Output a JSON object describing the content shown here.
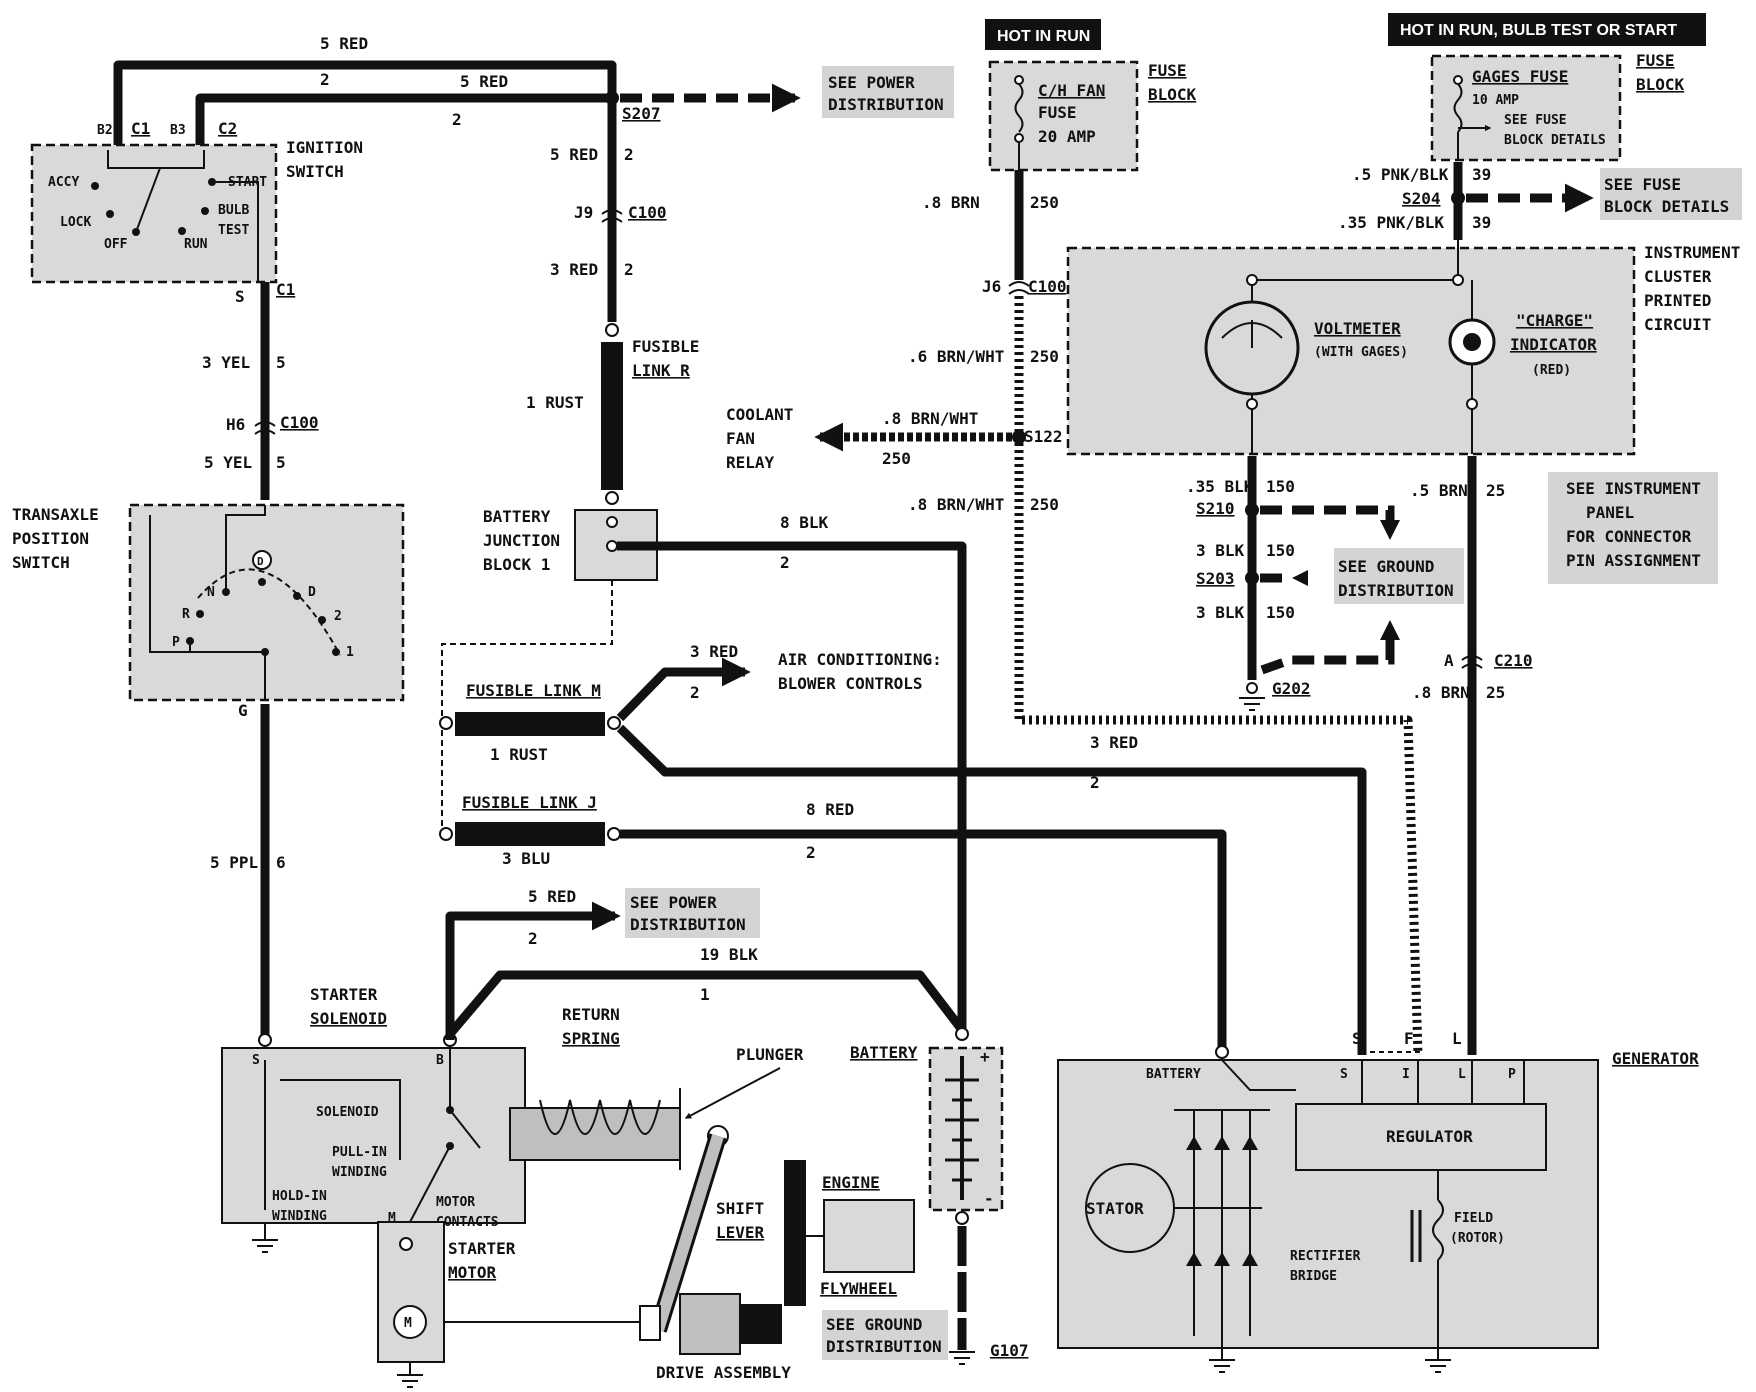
{
  "headers": {
    "hot_in_run": "HOT IN RUN",
    "hot_in_run_bulb": "HOT IN RUN, BULB TEST OR START"
  },
  "ignition": {
    "title1": "IGNITION",
    "title2": "SWITCH",
    "b2": "B2",
    "c1": "C1",
    "b3": "B3",
    "c2": "C2",
    "accy": "ACCY",
    "lock": "LOCK",
    "off": "OFF",
    "run": "RUN",
    "start": "START",
    "bulb": "BULB",
    "test": "TEST",
    "s": "S",
    "c1_bottom": "C1"
  },
  "wires": {
    "top_5red": "5 RED",
    "top_2": "2",
    "mid_5red": "5 RED",
    "mid_2a": "2",
    "mid_2b": "2",
    "s207": "S207",
    "see_power1": "SEE POWER",
    "see_power2": "DISTRIBUTION",
    "red5_v": "5 RED",
    "red5_v_n": "2",
    "j9": "J9",
    "c100_top": "C100",
    "red3_v": "3 RED",
    "red3_v_n": "2",
    "yel3": "3 YEL",
    "yel3_n": "5",
    "h6": "H6",
    "c100_left": "C100",
    "yel5": "5 YEL",
    "yel5_n": "5",
    "ppl5": "5 PPL",
    "ppl5_n": "6",
    "blk8": "8 BLK",
    "blk8_n": "2",
    "red3_ac": "3 RED",
    "red3_ac_n": "2",
    "red3_gen": "3 RED",
    "red3_gen_n": "2",
    "red8": "8 RED",
    "red8_n": "2",
    "red5_sol": "5 RED",
    "red5_sol_n": "2",
    "blk19": "19 BLK",
    "blk19_n": "1"
  },
  "fusible": {
    "r1": "FUSIBLE",
    "r2": "LINK R",
    "rust1": "1 RUST",
    "m": "FUSIBLE LINK M",
    "m_rust": "1 RUST",
    "j": "FUSIBLE LINK J",
    "j_blu": "3 BLU"
  },
  "battery_block": {
    "l1": "BATTERY",
    "l2": "JUNCTION",
    "l3": "BLOCK 1"
  },
  "ac": {
    "l1": "AIR CONDITIONING:",
    "l2": "BLOWER CONTROLS"
  },
  "transaxle": {
    "l1": "TRANSAXLE",
    "l2": "POSITION",
    "l3": "SWITCH",
    "d_circle": "D",
    "n": "N",
    "r": "R",
    "p": "P",
    "d": "D",
    "two": "2",
    "one": "1",
    "g": "G"
  },
  "fuse_block_left": {
    "fuse1": "C/H FAN",
    "fuse2": "FUSE",
    "fuse3": "20 AMP",
    "title1": "FUSE",
    "title2": "BLOCK"
  },
  "fuse_block_right": {
    "fuse1": "GAGES FUSE",
    "fuse2": "10 AMP",
    "det1": "SEE FUSE",
    "det2": "BLOCK DETAILS",
    "title1": "FUSE",
    "title2": "BLOCK"
  },
  "brn_circuit": {
    "brn8": ".8 BRN",
    "brn8_n": "250",
    "j6": "J6",
    "c100": "C100",
    "brnwht6": ".6 BRN/WHT",
    "brnwht6_n": "250",
    "brnwht8": ".8 BRN/WHT",
    "brnwht8_n": "250",
    "s122": "S122",
    "brnwht8b": ".8 BRN/WHT",
    "brnwht8b_n": "250"
  },
  "coolant": {
    "l1": "COOLANT",
    "l2": "FAN",
    "l3": "RELAY"
  },
  "pnk": {
    "pnk5": ".5 PNK/BLK",
    "pnk5_n": "39",
    "s204": "S204",
    "pnk35": ".35 PNK/BLK",
    "pnk35_n": "39",
    "see1": "SEE FUSE",
    "see2": "BLOCK DETAILS"
  },
  "cluster": {
    "t1": "INSTRUMENT",
    "t2": "CLUSTER",
    "t3": "PRINTED",
    "t4": "CIRCUIT",
    "volt1": "VOLTMETER",
    "volt2": "(WITH GAGES)",
    "chg1": "\"CHARGE\"",
    "chg2": "INDICATOR",
    "chg3": "(RED)"
  },
  "ground_circuit": {
    "blk35": ".35 BLK",
    "blk35_n": "150",
    "s210": "S210",
    "blk3a": "3 BLK",
    "blk3a_n": "150",
    "s203": "S203",
    "blk3b": "3 BLK",
    "blk3b_n": "150",
    "g202": "G202",
    "see1": "SEE GROUND",
    "see2": "DISTRIBUTION"
  },
  "charge_circuit": {
    "brn5": ".5 BRN",
    "brn5_n": "25",
    "a": "A",
    "c210": "C210",
    "brn8": ".8 BRN",
    "brn8_n": "25",
    "see1": "SEE INSTRUMENT",
    "see2": "PANEL",
    "see3": "FOR CONNECTOR",
    "see4": "PIN ASSIGNMENT"
  },
  "starter": {
    "sol1": "STARTER",
    "sol2": "SOLENOID",
    "s": "S",
    "b": "B",
    "m": "M",
    "solenoid": "SOLENOID",
    "pull1": "PULL-IN",
    "pull2": "WINDING",
    "hold1": "HOLD-IN",
    "hold2": "WINDING",
    "mc1": "MOTOR",
    "mc2": "CONTACTS",
    "mot1": "STARTER",
    "mot2": "MOTOR",
    "m_circle": "M",
    "ret1": "RETURN",
    "ret2": "SPRING",
    "plunger": "PLUNGER",
    "shift1": "SHIFT",
    "shift2": "LEVER",
    "engine": "ENGINE",
    "flywheel": "FLYWHEEL",
    "drive": "DRIVE ASSEMBLY",
    "see_power1": "SEE POWER",
    "see_power2": "DISTRIBUTION",
    "see_gnd1": "SEE GROUND",
    "see_gnd2": "DISTRIBUTION"
  },
  "battery": {
    "label": "BATTERY",
    "plus": "+",
    "minus": "-",
    "g107": "G107"
  },
  "generator": {
    "title": "GENERATOR",
    "battery": "BATTERY",
    "s_ext": "S",
    "f_ext": "F",
    "l_ext": "L",
    "s_in": "S",
    "i_in": "I",
    "l_in": "L",
    "p_in": "P",
    "regulator": "REGULATOR",
    "stator": "STATOR",
    "field1": "FIELD",
    "field2": "(ROTOR)",
    "rect1": "RECTIFIER",
    "rect2": "BRIDGE"
  }
}
